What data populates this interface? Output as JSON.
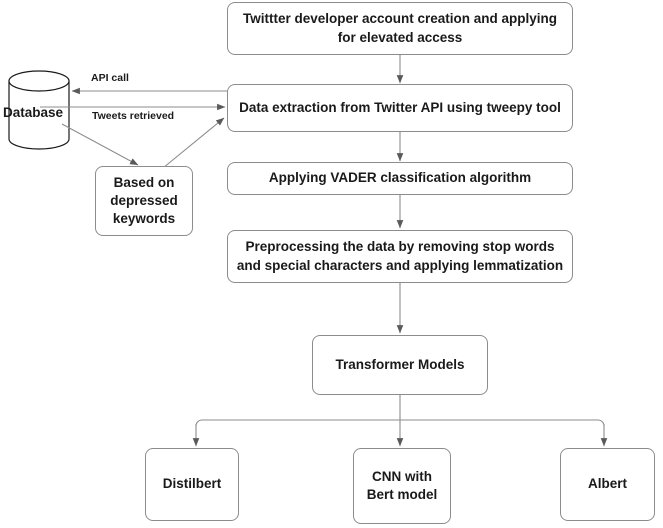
{
  "diagram": {
    "title": "Depression detection pipeline flowchart",
    "stroke_color": "#8c8c8c",
    "arrow_color": "#5a5a5a",
    "text_color": "#1a1a1a",
    "background": "#ffffff",
    "nodes": [
      {
        "id": "twitter_account",
        "label": "Twittter developer account creation and applying for elevated access",
        "shape": "rounded-rect"
      },
      {
        "id": "data_extraction",
        "label": "Data extraction from Twitter API using tweepy tool",
        "shape": "rounded-rect"
      },
      {
        "id": "vader",
        "label": "Applying VADER classification algorithm",
        "shape": "rounded-rect"
      },
      {
        "id": "preprocessing",
        "label": "Preprocessing the data by removing stop words and special characters and applying lemmatization",
        "shape": "rounded-rect"
      },
      {
        "id": "transformer_models",
        "label": "Transformer Models",
        "shape": "rounded-rect"
      },
      {
        "id": "distilbert",
        "label": "Distilbert",
        "shape": "rounded-rect"
      },
      {
        "id": "cnn_bert",
        "label": "CNN with Bert model",
        "shape": "rounded-rect"
      },
      {
        "id": "albert",
        "label": "Albert",
        "shape": "rounded-rect"
      },
      {
        "id": "database",
        "label": "Database",
        "shape": "cylinder"
      },
      {
        "id": "keywords",
        "label": "Based on depressed keywords",
        "shape": "rounded-rect"
      }
    ],
    "edge_labels": {
      "api_call": "API call",
      "tweets_retrieved": "Tweets retrieved"
    }
  }
}
